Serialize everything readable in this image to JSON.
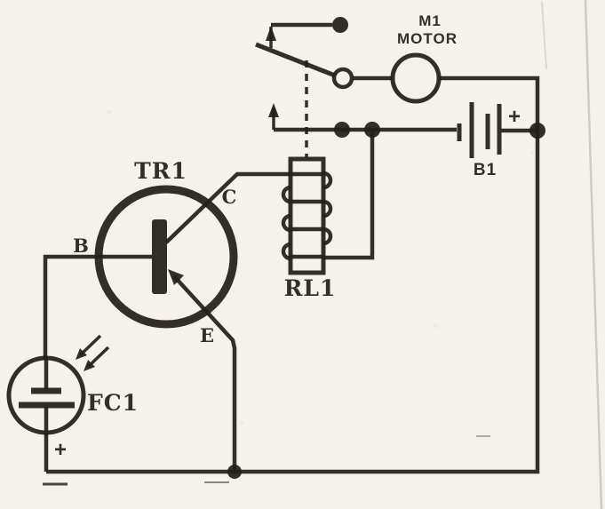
{
  "diagram": {
    "type": "circuit-schematic",
    "ink_color": "#241f1b",
    "paper_color": "#f4f2ea",
    "components": [
      {
        "ref": "TR1",
        "kind": "pnp-transistor",
        "terminals": [
          "B",
          "C",
          "E"
        ]
      },
      {
        "ref": "RL1",
        "kind": "relay-coil-with-spdt-contact"
      },
      {
        "ref": "FC1",
        "kind": "photocell",
        "polarity_mark": "+"
      },
      {
        "ref": "B1",
        "kind": "battery",
        "polarity_mark": "+"
      },
      {
        "ref": "M1",
        "kind": "motor",
        "name": "MOTOR"
      }
    ],
    "labels": {
      "tr1": "TR1",
      "base": "B",
      "collector": "C",
      "emitter": "E",
      "rl1": "RL1",
      "fc1": "FC1",
      "fc1_plus": "+",
      "b1": "B1",
      "b1_plus": "+",
      "m1": "M1",
      "motor": "MOTOR"
    }
  }
}
